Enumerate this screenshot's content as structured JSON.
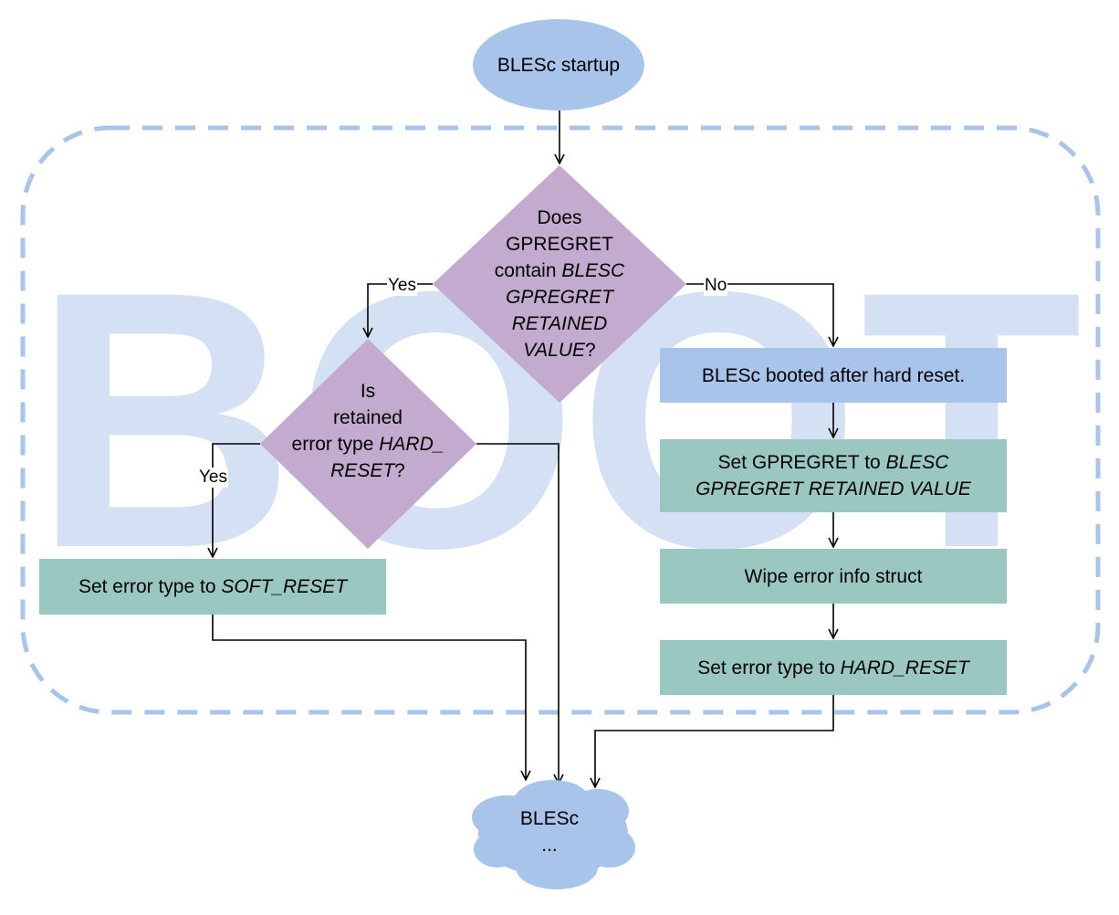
{
  "watermark": "BOOT",
  "colors": {
    "boundary": "#a9c4eb",
    "watermark": "#d4e1f5",
    "terminal": "#a9c4eb",
    "decision": "#c3abd0",
    "process": "#9ac7bf",
    "info": "#a9c4eb",
    "line": "#000000"
  },
  "nodes": {
    "start": "BLESc startup",
    "decision1": {
      "l1": "Does",
      "l2": "GPREGRET",
      "l3a": "contain ",
      "l3b": "BLESC",
      "l4": "GPREGRET",
      "l5": "RETAINED",
      "l6a": "VALUE",
      "l6b": "?"
    },
    "decision2": {
      "l1": "Is",
      "l2": "retained",
      "l3a": "error type ",
      "l3b": "HARD_",
      "l4a": "RESET",
      "l4b": "?"
    },
    "soft_reset": {
      "prefix": "Set error type to ",
      "value": "SOFT_RESET"
    },
    "hard_boot": "BLESc booted after hard reset.",
    "set_gpregret": {
      "prefix": "Set GPREGRET to ",
      "value1": "BLESC",
      "value2": "GPREGRET RETAINED VALUE"
    },
    "wipe": "Wipe error info struct",
    "hard_reset": {
      "prefix": "Set error type to ",
      "value": "HARD_RESET"
    },
    "end": {
      "l1": "BLESc",
      "l2": "..."
    }
  },
  "edges": {
    "yes1": "Yes",
    "no1": "No",
    "yes2": "Yes"
  }
}
